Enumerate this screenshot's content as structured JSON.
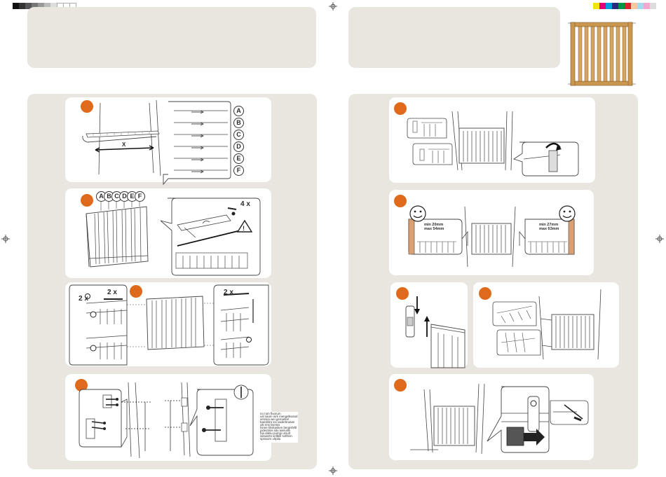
{
  "step1": {
    "measure_label": "X",
    "size_labels": [
      "A",
      "B",
      "C",
      "D",
      "E",
      "F"
    ]
  },
  "step2": {
    "slat_labels": [
      "A",
      "B",
      "C",
      "D",
      "E",
      "F"
    ],
    "screw_count": "4 x",
    "warning_glyph": "!"
  },
  "step3": {
    "qty_top": "2 x",
    "qty_left": "2 x",
    "qty_right": "2 x"
  },
  "step4": {
    "note_lines": [
      "no rum fluorum",
      "usl saum nirk mengelkoand",
      "senses wei gemarkel",
      "banslilim ssi vaderbruitan",
      "ulti resi lisenta",
      "hinne bbritasken bergisfeltl",
      "jodestmis situ iwinuilm",
      "hia dabiu pumpi ursult",
      "isiswerts veltbill softhnn",
      "spssoirs ulrpitu"
    ]
  },
  "step6": {
    "left_range": "min 20mm\nmax 54mm",
    "right_range": "min 27mm\nmax 63mm"
  },
  "colors": {
    "accent": "#e06a1b",
    "sheet": "#e9e6e0",
    "wood": "#c9974f",
    "wood_dark": "#8a5a2a"
  },
  "registration": [
    "crosshair-mark-top",
    "crosshair-mark-side",
    "crosshair-mark-bottom"
  ]
}
